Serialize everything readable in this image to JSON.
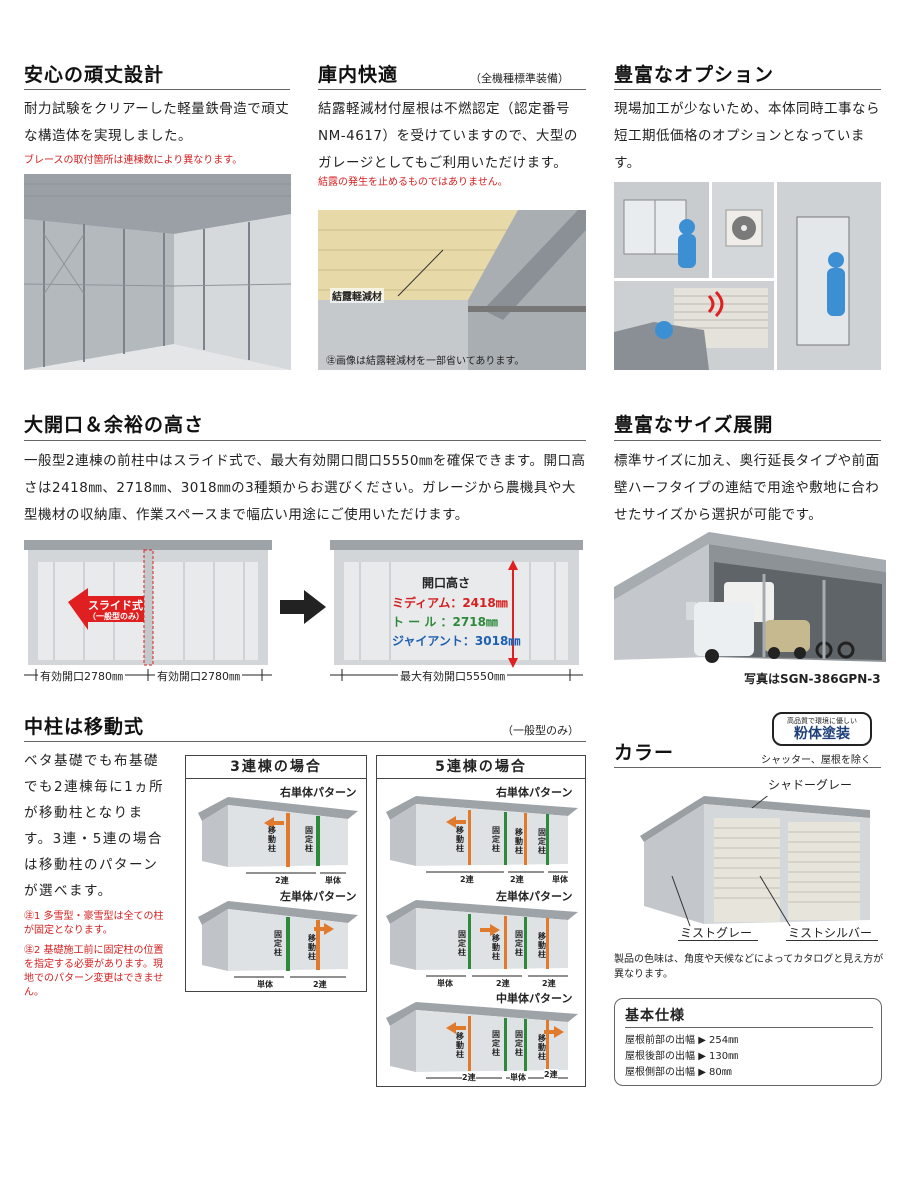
{
  "sec1": {
    "title": "安心の頑丈設計",
    "text": "耐力試験をクリアーした軽量鉄骨造で頑丈な構造体を実現しました。",
    "note": "ブレースの取付箇所は連棟数により異なります。"
  },
  "sec2": {
    "title": "庫内快適",
    "sub": "（全機種標準装備）",
    "text": "結露軽減材付屋根は不燃認定（認定番号NM-4617）を受けていますので、大型のガレージとしてもご利用いただけます。",
    "note": "結露の発生を止めるものではありません。",
    "label": "結露軽減材",
    "caption": "㊟画像は結露軽減材を一部省いてあります。"
  },
  "sec3": {
    "title": "豊富なオプション",
    "text": "現場加工が少ないため、本体同時工事なら短工期低価格のオプションとなっています。"
  },
  "sec4": {
    "title": "大開口＆余裕の高さ",
    "text": "一般型2連棟の前柱中はスライド式で、最大有効開口間口5550㎜を確保できます。開口高さは2418㎜、2718㎜、3018㎜の3種類からお選びください。ガレージから農機具や大型機材の収納庫、作業スペースまで幅広い用途にご使用いただけます。",
    "slide1": "スライド式",
    "slide2": "（一般型のみ）",
    "w1": "有効開口2780㎜",
    "w2": "有効開口2780㎜",
    "heightTitle": "開口高さ",
    "h1": "ミディアム：2418㎜",
    "h2": "ト ー ル ：2718㎜",
    "h3": "ジャイアント：3018㎜",
    "wmax": "最大有効開口5550㎜"
  },
  "sec5": {
    "title": "豊富なサイズ展開",
    "text": "標準サイズに加え、奥行延長タイプや前面壁ハーフタイプの連結で用途や敷地に合わせたサイズから選択が可能です。",
    "caption": "写真はSGN-386GPN-3"
  },
  "sec6": {
    "title": "中柱は移動式",
    "sub": "（一般型のみ）",
    "text": "ベタ基礎でも布基礎でも2連棟毎に1ヵ所が移動柱となります。3連・5連の場合は移動柱のパターンが選べます。",
    "note1": "㊟1 多雪型・豪雪型は全ての柱が固定となります。",
    "note2": "㊟2 基礎施工前に固定柱の位置を指定する必要があります。現地でのパターン変更はできません。",
    "box3": "3連棟の場合",
    "box5": "5連棟の場合",
    "right": "右単体パターン",
    "left": "左単体パターン",
    "center": "中単体パターン",
    "moving": "移動柱",
    "fixed": "固定柱",
    "double": "2連",
    "single": "単体"
  },
  "sec7": {
    "title": "カラー",
    "badgeTop": "高品質で環境に優しい",
    "badgeMain": "粉体塗装",
    "badgeSub": "シャッター、屋根を除く",
    "c1": "シャドーグレー",
    "c2": "ミストグレー",
    "c3": "ミストシルバー",
    "note": "製品の色味は、角度や天候などによってカタログと見え方が異なります。"
  },
  "spec": {
    "title": "基本仕様",
    "rows": [
      {
        "label": "屋根前部の出幅",
        "value": "▶ 254㎜"
      },
      {
        "label": "屋根後部の出幅",
        "value": "▶ 130㎜"
      },
      {
        "label": "屋根側部の出幅",
        "value": "▶  80㎜"
      }
    ]
  },
  "colors": {
    "red": "#d61f1f",
    "green": "#2e8a3a",
    "orange": "#e07a2c",
    "blue": "#1f5fb0",
    "accentRed": "#e02020"
  }
}
